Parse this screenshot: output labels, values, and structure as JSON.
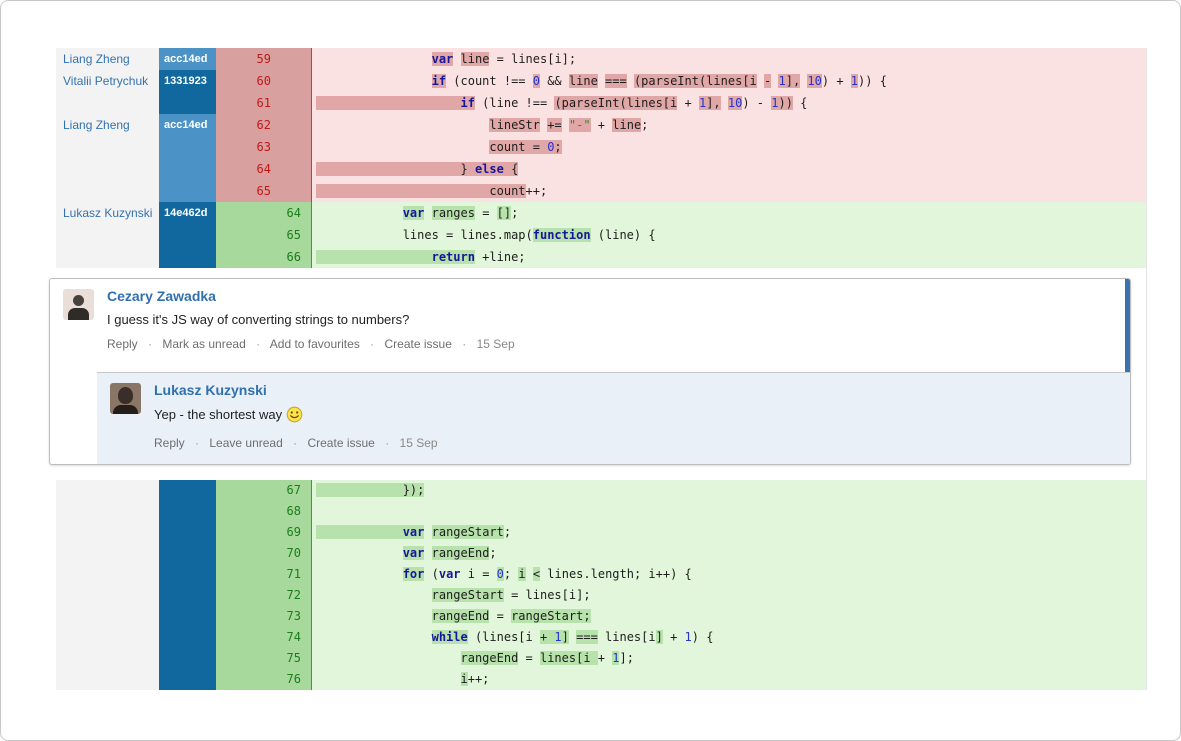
{
  "window_title": "Code review diff with inline comments",
  "colors": {
    "removed_bg": "#fbe2e2",
    "removed_highlight": "#e1a7a7",
    "removed_gutter": "#d9a0a0",
    "removed_number": "#c41717",
    "removed_separator": "#cc3a3a",
    "added_bg": "#e2f6db",
    "added_highlight": "#b7e2ab",
    "added_gutter": "#a7d89c",
    "added_number": "#1b7d1b",
    "added_separator": "#44973c",
    "commit_light_blue": "#4b92c7",
    "commit_dark_blue": "#11689f",
    "author_link_blue": "#3572b0",
    "reply_bg": "#e9f0f8",
    "unread_bar_blue": "#3b72af",
    "keyword_blue": "#16169b",
    "number_blue": "#2433cf",
    "string_green": "#2e8b2e"
  },
  "diff": {
    "sections": [
      {
        "name": "top-hunk",
        "rows": [
          {
            "t": "del",
            "old": "59",
            "new": "",
            "author": "Liang Zheng",
            "commit": "acc14ed",
            "shade": "light",
            "bar": false,
            "ind": 16,
            "segs": [
              [
                "var",
                "kw",
                1
              ],
              [
                " ",
                "",
                0
              ],
              [
                "line",
                "",
                1
              ],
              [
                " = lines[i];",
                "",
                0
              ]
            ]
          },
          {
            "t": "del",
            "old": "60",
            "new": "",
            "author": "Vitalii Petrychuk",
            "commit": "1331923",
            "shade": "dark",
            "bar": false,
            "ind": 16,
            "segs": [
              [
                "if",
                "kw",
                1
              ],
              [
                " (count !== ",
                "",
                0
              ],
              [
                "0",
                "num",
                1
              ],
              [
                " && ",
                "",
                0
              ],
              [
                "line",
                "",
                1
              ],
              [
                " ",
                "",
                0
              ],
              [
                "===",
                "",
                1
              ],
              [
                " ",
                "",
                0
              ],
              [
                "(parseInt(lines[i",
                "",
                1
              ],
              [
                " ",
                "",
                0
              ],
              [
                "-",
                "",
                1
              ],
              [
                " ",
                "",
                0
              ],
              [
                "1",
                "num",
                1
              ],
              [
                "],",
                "",
                1
              ],
              [
                " ",
                "",
                0
              ],
              [
                "10",
                "num",
                1
              ],
              [
                ")",
                "",
                0
              ],
              [
                " + ",
                "",
                0
              ],
              [
                "1",
                "num",
                1
              ],
              [
                ")) {",
                "",
                0
              ]
            ]
          },
          {
            "t": "del",
            "old": "61",
            "new": "",
            "author": "",
            "commit": "",
            "shade": "dark",
            "bar": true,
            "ind": 20,
            "segs": [
              [
                "if",
                "kw",
                1
              ],
              [
                " (line !== ",
                "",
                0
              ],
              [
                "(parseInt(lines[i",
                "",
                1
              ],
              [
                " + ",
                "",
                0
              ],
              [
                "1",
                "num",
                1
              ],
              [
                "],",
                "",
                1
              ],
              [
                " ",
                "",
                0
              ],
              [
                "10",
                "num",
                1
              ],
              [
                ") - ",
                "",
                0
              ],
              [
                "1",
                "num",
                1
              ],
              [
                "))",
                "",
                1
              ],
              [
                " {",
                "",
                0
              ]
            ]
          },
          {
            "t": "del",
            "old": "62",
            "new": "",
            "author": "Liang Zheng",
            "commit": "acc14ed",
            "shade": "light",
            "bar": false,
            "ind": 24,
            "segs": [
              [
                "lineStr",
                "",
                1
              ],
              [
                " ",
                "",
                0
              ],
              [
                "+=",
                "",
                1
              ],
              [
                " ",
                "",
                0
              ],
              [
                "\"-\"",
                "str",
                1
              ],
              [
                " + ",
                "",
                0
              ],
              [
                "line",
                "",
                1
              ],
              [
                ";",
                "",
                0
              ]
            ]
          },
          {
            "t": "del",
            "old": "63",
            "new": "",
            "author": "",
            "commit": "",
            "shade": "light",
            "bar": false,
            "ind": 24,
            "segs": [
              [
                "count = ",
                "",
                1
              ],
              [
                "0",
                "num",
                1
              ],
              [
                ";",
                "",
                1
              ]
            ]
          },
          {
            "t": "del",
            "old": "64",
            "new": "",
            "author": "",
            "commit": "",
            "shade": "light",
            "bar": true,
            "ind": 20,
            "segs": [
              [
                "} ",
                "",
                1
              ],
              [
                "else",
                "kw",
                1
              ],
              [
                " {",
                "",
                1
              ]
            ]
          },
          {
            "t": "del",
            "old": "65",
            "new": "",
            "author": "",
            "commit": "",
            "shade": "light",
            "bar": true,
            "ind": 24,
            "segs": [
              [
                "count",
                "",
                1
              ],
              [
                "++;",
                "",
                0
              ]
            ]
          },
          {
            "t": "add",
            "old": "",
            "new": "64",
            "author": "Lukasz Kuzynski",
            "commit": "14e462d",
            "shade": "dark",
            "bar": false,
            "ind": 12,
            "segs": [
              [
                "var",
                "kw",
                1
              ],
              [
                " ",
                "",
                0
              ],
              [
                "ranges",
                "",
                1
              ],
              [
                " = ",
                "",
                0
              ],
              [
                "[]",
                "",
                1
              ],
              [
                ";",
                "",
                0
              ]
            ]
          },
          {
            "t": "add",
            "old": "",
            "new": "65",
            "author": "",
            "commit": "",
            "shade": "dark",
            "bar": false,
            "ind": 12,
            "segs": [
              [
                "lines = lines.map(",
                "",
                0
              ],
              [
                "function",
                "kw",
                1
              ],
              [
                " (line) {",
                "",
                0
              ]
            ]
          },
          {
            "t": "add",
            "old": "",
            "new": "66",
            "author": "",
            "commit": "",
            "shade": "dark",
            "bar": true,
            "ind": 16,
            "segs": [
              [
                "return",
                "kw",
                1
              ],
              [
                " +line;",
                "",
                0
              ]
            ]
          }
        ]
      },
      {
        "name": "bottom-hunk",
        "rows": [
          {
            "t": "add",
            "old": "",
            "new": "67",
            "author": "",
            "commit": "",
            "shade": "dark",
            "bar": true,
            "ind": 12,
            "segs": [
              [
                "});",
                "",
                1
              ]
            ]
          },
          {
            "t": "add",
            "old": "",
            "new": "68",
            "author": "",
            "commit": "",
            "shade": "dark",
            "bar": false,
            "ind": 0,
            "segs": []
          },
          {
            "t": "add",
            "old": "",
            "new": "69",
            "author": "",
            "commit": "",
            "shade": "dark",
            "bar": true,
            "ind": 12,
            "segs": [
              [
                "var",
                "kw",
                1
              ],
              [
                " ",
                "",
                0
              ],
              [
                "rangeStart",
                "",
                1
              ],
              [
                ";",
                "",
                0
              ]
            ]
          },
          {
            "t": "add",
            "old": "",
            "new": "70",
            "author": "",
            "commit": "",
            "shade": "dark",
            "bar": false,
            "ind": 12,
            "segs": [
              [
                "var",
                "kw",
                1
              ],
              [
                " ",
                "",
                0
              ],
              [
                "rangeEnd",
                "",
                1
              ],
              [
                ";",
                "",
                0
              ]
            ]
          },
          {
            "t": "add",
            "old": "",
            "new": "71",
            "author": "",
            "commit": "",
            "shade": "dark",
            "bar": false,
            "ind": 12,
            "segs": [
              [
                "for",
                "kw",
                1
              ],
              [
                " (",
                "",
                0
              ],
              [
                "var",
                "kw",
                0
              ],
              [
                " i = ",
                "",
                0
              ],
              [
                "0",
                "num",
                1
              ],
              [
                "; ",
                "",
                0
              ],
              [
                "i",
                "",
                1
              ],
              [
                " ",
                "",
                0
              ],
              [
                "<",
                "",
                1
              ],
              [
                " lines.length; i++) {",
                "",
                0
              ]
            ]
          },
          {
            "t": "add",
            "old": "",
            "new": "72",
            "author": "",
            "commit": "",
            "shade": "dark",
            "bar": false,
            "ind": 16,
            "segs": [
              [
                "rangeStart",
                "",
                1
              ],
              [
                " = lines[i];",
                "",
                0
              ]
            ]
          },
          {
            "t": "add",
            "old": "",
            "new": "73",
            "author": "",
            "commit": "",
            "shade": "dark",
            "bar": false,
            "ind": 16,
            "segs": [
              [
                "rangeEnd",
                "",
                1
              ],
              [
                " = ",
                "",
                0
              ],
              [
                "rangeStart;",
                "",
                1
              ]
            ]
          },
          {
            "t": "add",
            "old": "",
            "new": "74",
            "author": "",
            "commit": "",
            "shade": "dark",
            "bar": false,
            "ind": 16,
            "segs": [
              [
                "while",
                "kw",
                1
              ],
              [
                " (lines[i ",
                "",
                0
              ],
              [
                "+ ",
                "",
                1
              ],
              [
                "1",
                "num",
                1
              ],
              [
                "]",
                "",
                1
              ],
              [
                " ",
                "",
                0
              ],
              [
                "===",
                "",
                1
              ],
              [
                " lines[i",
                "",
                0
              ],
              [
                "]",
                "",
                1
              ],
              [
                " + ",
                "",
                0
              ],
              [
                "1",
                "num",
                0
              ],
              [
                ") {",
                "",
                0
              ]
            ]
          },
          {
            "t": "add",
            "old": "",
            "new": "75",
            "author": "",
            "commit": "",
            "shade": "dark",
            "bar": false,
            "ind": 20,
            "segs": [
              [
                "rangeEnd",
                "",
                1
              ],
              [
                " = ",
                "",
                0
              ],
              [
                "lines[i ",
                "",
                1
              ],
              [
                "+ ",
                "",
                0
              ],
              [
                "1",
                "num",
                1
              ],
              [
                "];",
                "",
                0
              ]
            ]
          },
          {
            "t": "add",
            "old": "",
            "new": "76",
            "author": "",
            "commit": "",
            "shade": "dark",
            "bar": false,
            "ind": 20,
            "segs": [
              [
                "i",
                "",
                1
              ],
              [
                "++;",
                "",
                0
              ]
            ]
          }
        ]
      }
    ]
  },
  "comments": {
    "dot": "·",
    "root": {
      "author": "Cezary Zawadka",
      "text": "I guess it's JS way of converting strings to numbers?",
      "actions": [
        "Reply",
        "Mark as unread",
        "Add to favourites",
        "Create issue"
      ],
      "date": "15 Sep"
    },
    "reply": {
      "author": "Lukasz Kuzynski",
      "text": "Yep - the shortest way",
      "emoticon": "smiley-emoticon",
      "actions": [
        "Reply",
        "Leave unread",
        "Create issue"
      ],
      "date": "15 Sep"
    }
  }
}
